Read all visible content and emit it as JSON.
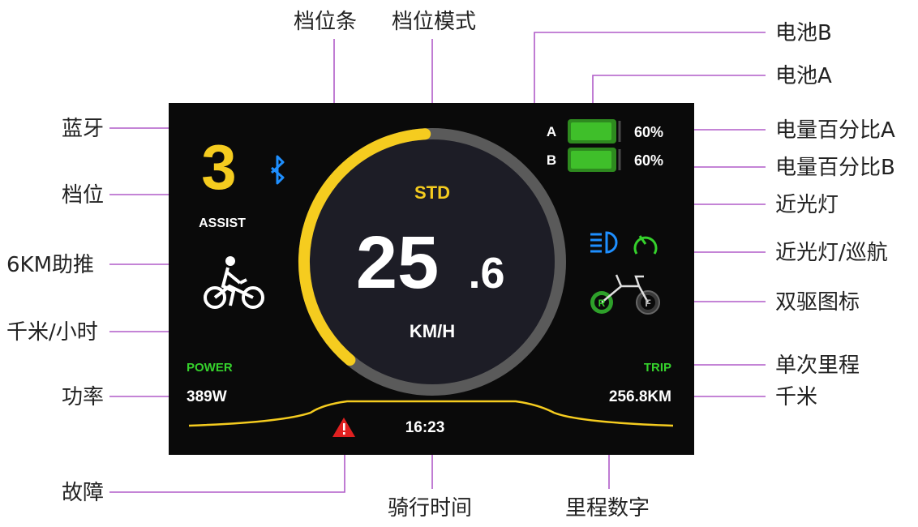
{
  "display": {
    "gear_number": "3",
    "assist_label": "ASSIST",
    "mode": "STD",
    "speed_int": "25",
    "speed_dec": ".6",
    "speed_unit": "KM/H",
    "power_label": "POWER",
    "power_value": "389W",
    "trip_label": "TRIP",
    "trip_value": "256.8KM",
    "clock": "16:23",
    "battery_a_letter": "A",
    "battery_a_percent": "60%",
    "battery_b_letter": "B",
    "battery_b_percent": "60%",
    "drive_rear": "R",
    "drive_front": "F",
    "gauge_fill_fraction": 0.38
  },
  "callouts": {
    "gear_bar": "档位条",
    "gear_mode": "档位模式",
    "battery_b": "电池B",
    "battery_a": "电池A",
    "bluetooth": "蓝牙",
    "battery_pct_a": "电量百分比A",
    "battery_pct_b": "电量百分比B",
    "gear": "档位",
    "low_beam": "近光灯",
    "low_beam_cruise": "近光灯/巡航",
    "walk_assist": "6KM助推",
    "dual_drive": "双驱图标",
    "kmh": "千米/小时",
    "single_trip": "单次里程",
    "power": "功率",
    "km": "千米",
    "fault": "故障",
    "ride_time": "骑行时间",
    "mileage_number": "里程数字"
  },
  "colors": {
    "accent_yellow": "#f5cc1f",
    "ring_gray": "#5a5a5a",
    "callout_line": "#b05cc8",
    "battery_green": "#3fbf2a",
    "status_green": "#35d12c",
    "bluetooth_blue": "#1e8fff",
    "fault_red": "#e02020"
  }
}
